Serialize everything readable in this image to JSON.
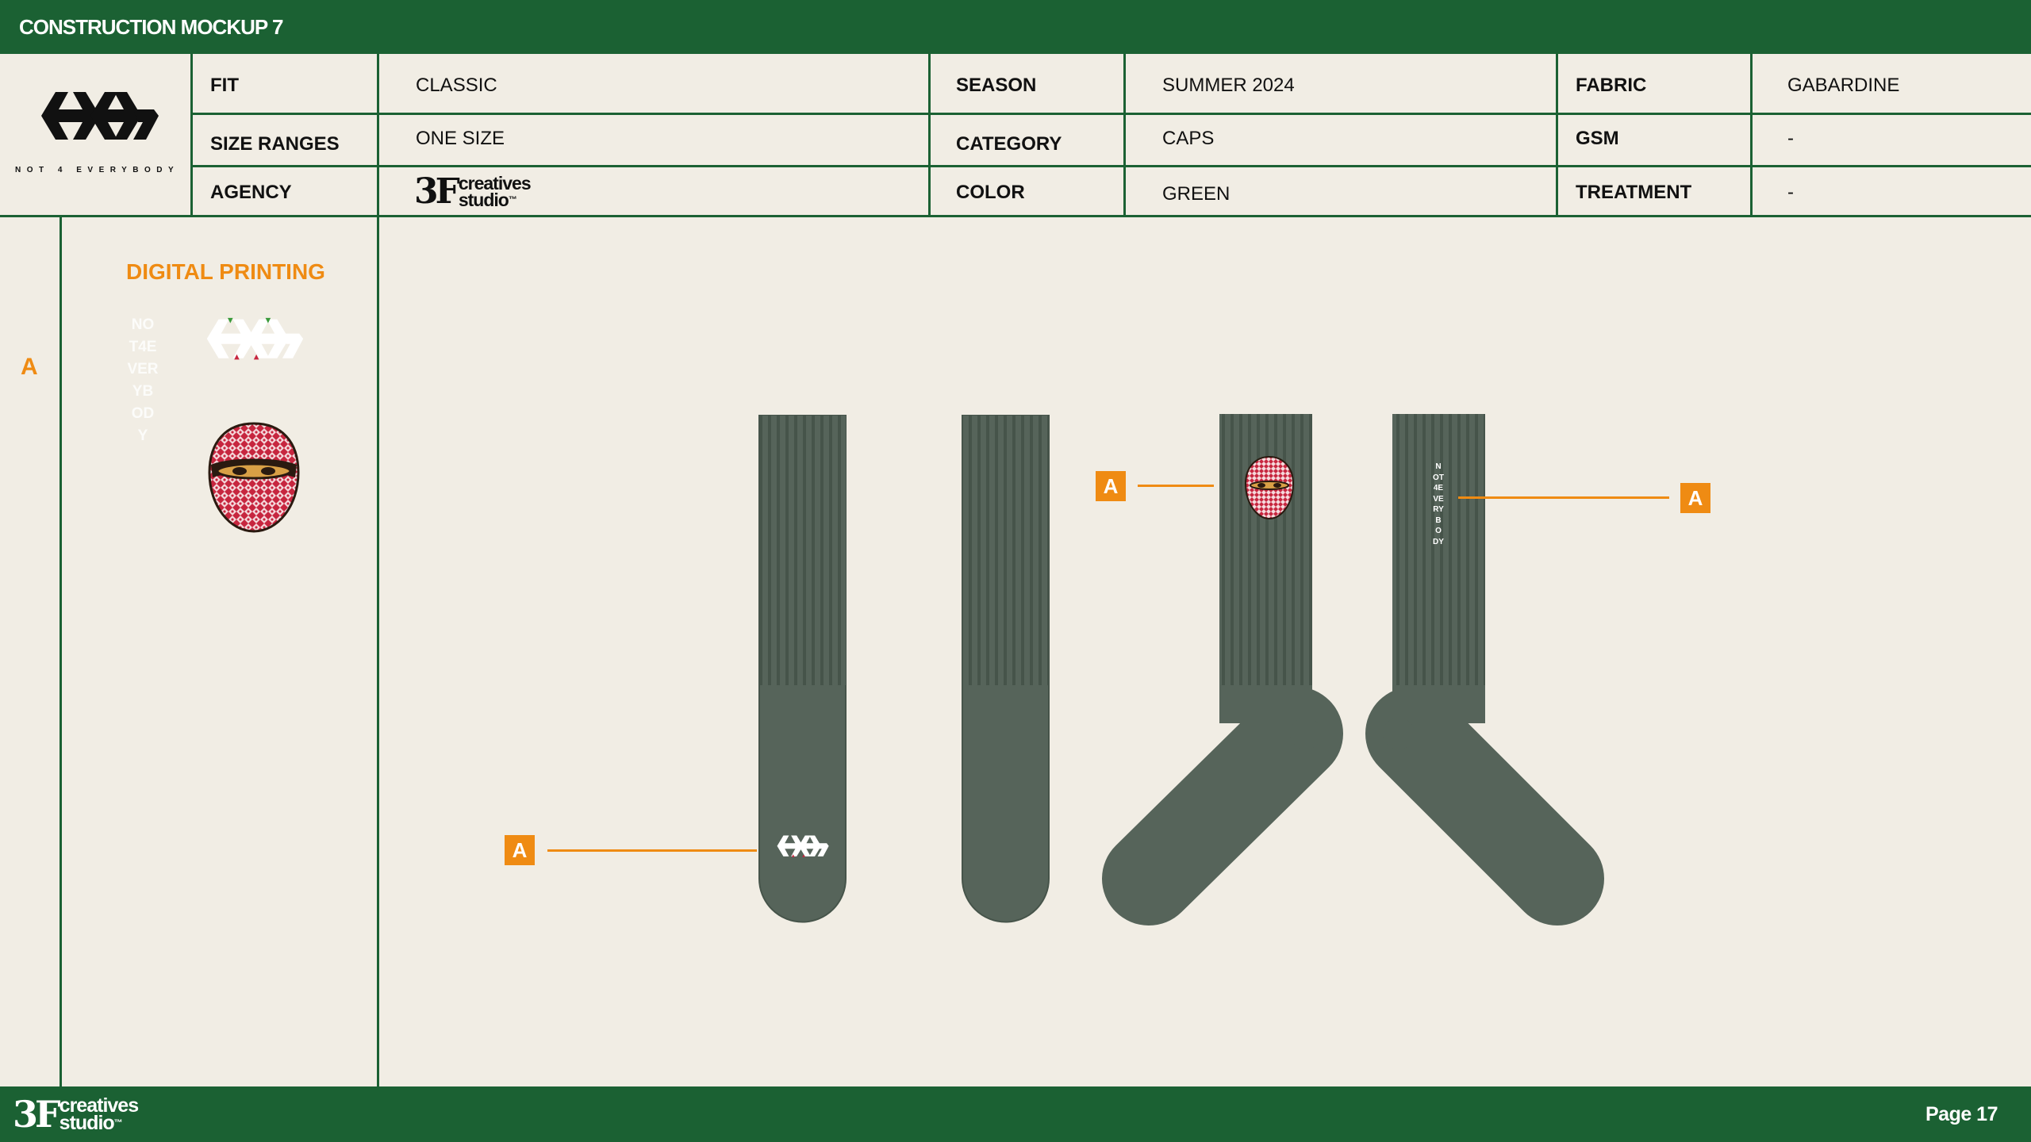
{
  "header": {
    "title": "CONSTRUCTION MOCKUP 7",
    "brand_tagline": "NOT 4 EVERYBODY",
    "fields": [
      {
        "label": "FIT",
        "value": "CLASSIC"
      },
      {
        "label": "SEASON",
        "value": "SUMMER 2024"
      },
      {
        "label": "FABRIC",
        "value": "GABARDINE"
      },
      {
        "label": "SIZE RANGES",
        "value": "ONE SIZE"
      },
      {
        "label": "CATEGORY",
        "value": "CAPS"
      },
      {
        "label": "GSM",
        "value": "-"
      },
      {
        "label": "AGENCY",
        "value": ""
      },
      {
        "label": "COLOR",
        "value": "GREEN"
      },
      {
        "label": "TREATMENT",
        "value": "-"
      }
    ]
  },
  "agency_logo": {
    "mark": "3F",
    "line1": "creatives",
    "line2": "studio",
    "tm": "™"
  },
  "sidebar": {
    "placement_letter": "A"
  },
  "panel": {
    "title": "DIGITAL PRINTING",
    "vertical_text": "NOT4EVERYBODY"
  },
  "mockup": {
    "callouts": [
      {
        "letter": "A"
      },
      {
        "letter": "A"
      },
      {
        "letter": "A"
      }
    ],
    "sock_vertical_text": "NOT4EVERYBODY"
  },
  "footer": {
    "page": "Page 17"
  },
  "colors": {
    "brand_green": "#1b6133",
    "accent_orange": "#ef8b13",
    "sock_green": "#56645a",
    "background": "#f1ede4",
    "print_red": "#c7263f"
  },
  "icons": [
    "brand-logo-icon",
    "keffiyeh-face-icon",
    "agency-logo-icon"
  ]
}
